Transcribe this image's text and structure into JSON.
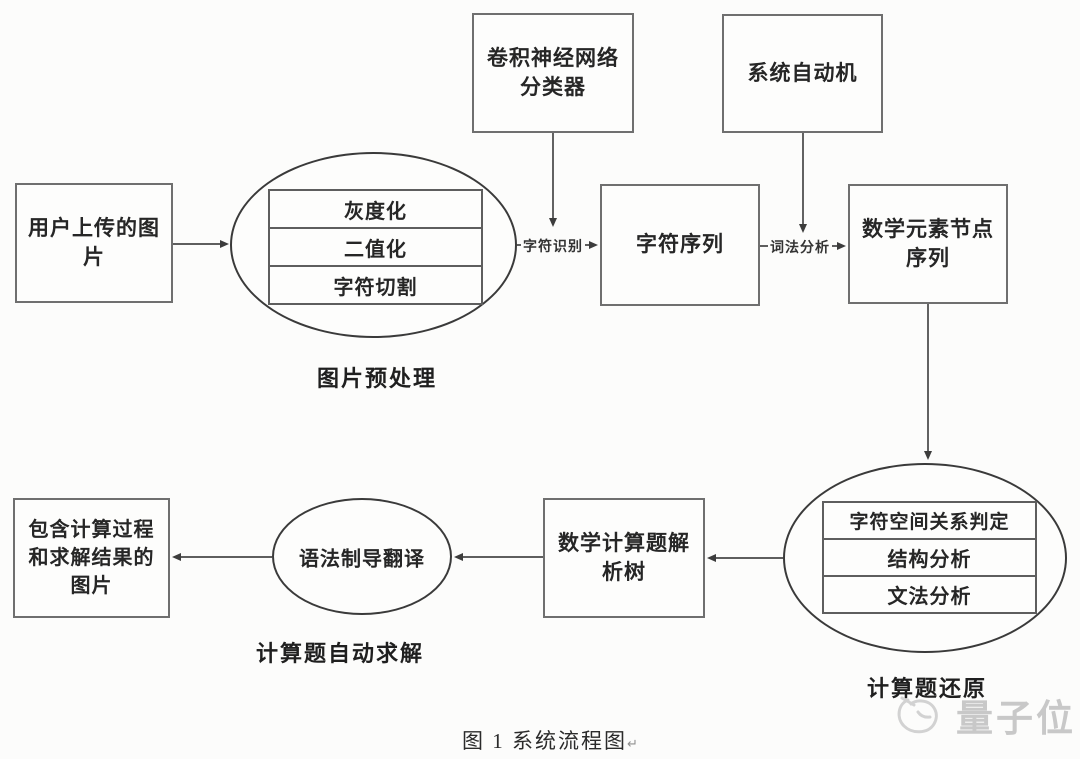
{
  "colors": {
    "background": "#fcfcfb",
    "box_border": "#6f6f6f",
    "ellipse_border": "#3a3a3a",
    "line": "#474747",
    "text": "#262626",
    "watermark": "#c8c8c8"
  },
  "nodes": {
    "cnn": {
      "lines": [
        "卷积神经网络",
        "分类器"
      ]
    },
    "automaton": {
      "lines": [
        "系统自动机"
      ]
    },
    "user_image": {
      "lines": [
        "用户上传的图",
        "片"
      ]
    },
    "preprocess": {
      "steps": [
        "灰度化",
        "二值化",
        "字符切割"
      ],
      "label": "图片预处理"
    },
    "char_sequence": {
      "text": "字符序列"
    },
    "math_nodes": {
      "lines": [
        "数学元素节点",
        "序列"
      ]
    },
    "restore": {
      "steps": [
        "字符空间关系判定",
        "结构分析",
        "文法分析"
      ],
      "label": "计算题还原"
    },
    "parse_tree": {
      "lines": [
        "数学计算题解",
        "析树"
      ]
    },
    "translate": {
      "text": "语法制导翻译",
      "label": "计算题自动求解"
    },
    "result_image": {
      "lines": [
        "包含计算过程",
        "和求解结果的",
        "图片"
      ]
    }
  },
  "edge_labels": {
    "char_recognition": "字符识别",
    "lexical_analysis": "词法分析"
  },
  "caption": {
    "text": "图 1 系统流程图",
    "mark": "↵"
  },
  "watermark": {
    "text": "量子位"
  }
}
